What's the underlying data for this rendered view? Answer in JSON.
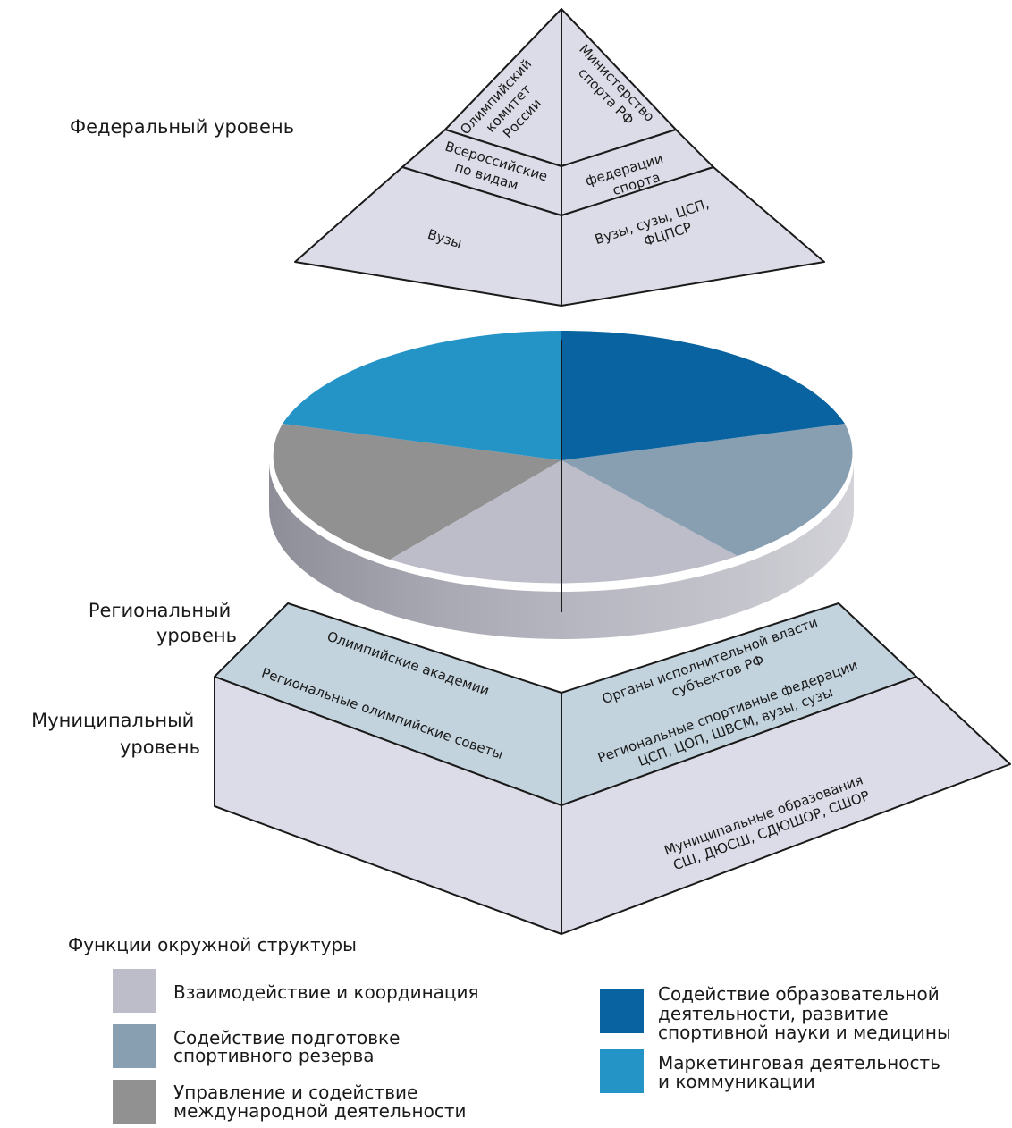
{
  "levels": {
    "federal": "Федеральный уровень",
    "regional": [
      "Региональный",
      "уровень"
    ],
    "municipal": [
      "Муниципальный",
      "уровень"
    ]
  },
  "pyramid": {
    "top_left": [
      "Олимпийский",
      "комитет",
      "России"
    ],
    "top_right": [
      "Министерство",
      "спорта РФ"
    ],
    "mid_left": [
      "Всероссийские",
      "по видам"
    ],
    "mid_right": [
      "федерации",
      "спорта"
    ],
    "bottom_left": "Вузы",
    "bottom_right": [
      "Вузы, сузы, ЦСП,",
      "ФЦПСР"
    ]
  },
  "regional_block": {
    "left_1": "Олимпийские академии",
    "left_2": "Региональные олимпийские советы",
    "right_1": [
      "Органы исполнительной власти",
      "субъектов РФ"
    ],
    "right_2": [
      "Региональные спортивные федерации",
      "ЦСП, ЦОП, ШВСМ, вузы, сузы"
    ]
  },
  "municipal_block": {
    "right": [
      "Муниципальные образования",
      "СШ, ДЮСШ, СДЮШОР, СШОР"
    ]
  },
  "legend": {
    "title": "Функции окружной структуры",
    "items": [
      {
        "label": [
          "Взаимодействие и координация"
        ],
        "color": "#bdbdc9"
      },
      {
        "label": [
          "Содействие подготовке",
          "спортивного резерва"
        ],
        "color": "#889fb2"
      },
      {
        "label": [
          "Управление и содействие",
          "международной деятельности"
        ],
        "color": "#919191"
      },
      {
        "label": [
          "Содействие образовательной",
          "деятельности, развитие",
          "спортивной науки и медицины"
        ],
        "color": "#0863a0"
      },
      {
        "label": [
          "Маркетинговая деятельность",
          "и коммуникации"
        ],
        "color": "#2493c6"
      }
    ]
  },
  "colors": {
    "face_light": "#dcdce8",
    "face_blue": "#c3d3de",
    "outline": "#1a1a1a"
  }
}
